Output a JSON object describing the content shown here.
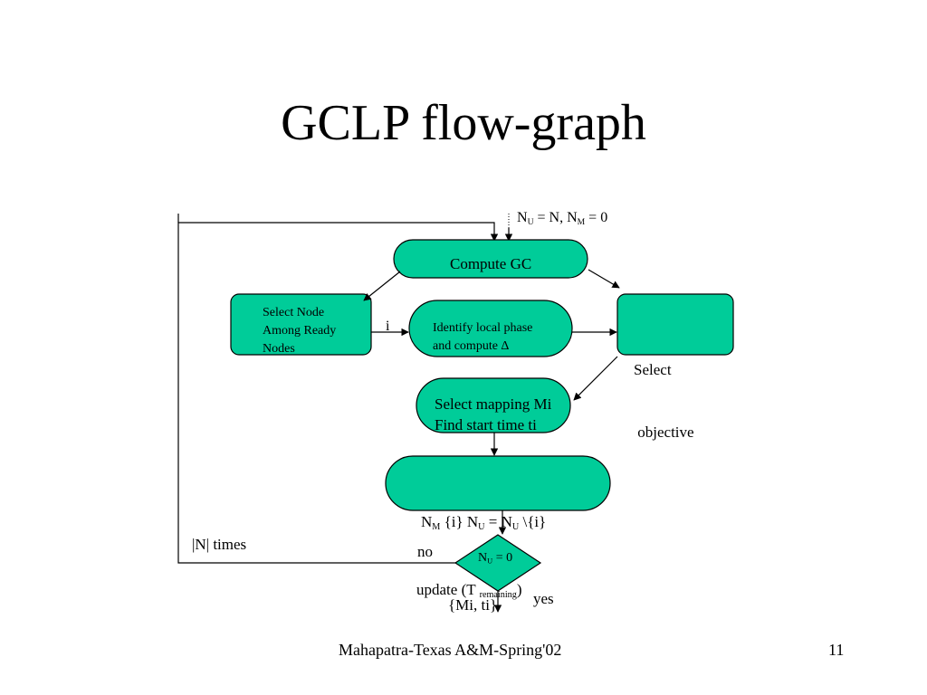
{
  "title": "GCLP flow-graph",
  "colors": {
    "node_fill": "#00cc99",
    "stroke": "#000000",
    "background": "#ffffff"
  },
  "init": {
    "n": "N",
    "u_sub": "U",
    "mid": " = N, N",
    "m_sub": "M",
    "end": " = 0"
  },
  "nodes": {
    "compute_gc": "Compute GC",
    "select_node": [
      "Select Node",
      "Among Ready",
      "Nodes"
    ],
    "identify": [
      "Identify local phase",
      "and compute Δ"
    ],
    "select_objective": [
      "Select",
      " objective"
    ],
    "select_mapping": [
      "Select mapping Mi",
      "Find start time ti"
    ],
    "update": {
      "n1": "N",
      "m_sub": "M",
      "set": " {i} N",
      "u_sub": "U",
      "eq": " = N",
      "u_sub2": "U",
      "rest": " \\{i}",
      "line2_prefix": "update (T ",
      "remaining_sub": "remaining",
      "line2_suffix": ")"
    },
    "decision": {
      "n": "N",
      "u_sub": "U",
      "eq": " = 0"
    }
  },
  "edge_labels": {
    "i": "i",
    "no": "no",
    "yes": "yes",
    "times": "|N| times",
    "output": "{Mi, ti}"
  },
  "footer": {
    "center": "Mahapatra-Texas A&M-Spring'02",
    "page": "11"
  }
}
